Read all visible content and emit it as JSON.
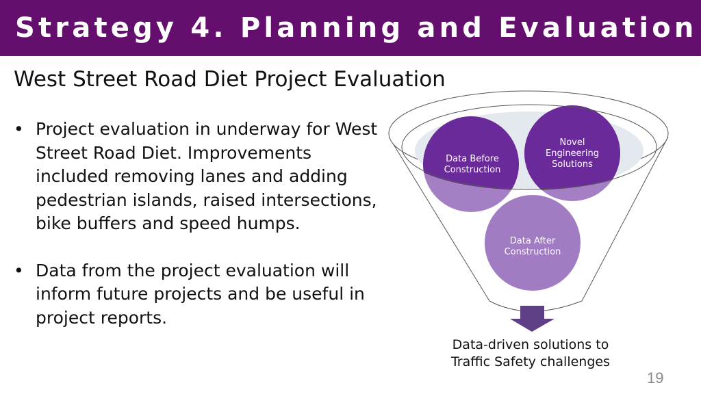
{
  "header": {
    "title": "Strategy 4. Planning and Evaluation"
  },
  "subtitle": "West Street Road Diet Project Evaluation",
  "bullets": [
    "Project evaluation in underway for West Street Road Diet. Improvements included removing lanes and adding pedestrian islands, raised intersections, bike buffers and speed humps.",
    "Data from the project evaluation will inform future projects and be useful in project reports."
  ],
  "diagram": {
    "circles": [
      {
        "l1": "Data Before",
        "l2": "Construction"
      },
      {
        "l0": "Novel",
        "l1": "Engineering",
        "l2": "Solutions"
      },
      {
        "l1": "Data After",
        "l2": "Construction"
      }
    ],
    "caption_l1": "Data-driven solutions to",
    "caption_l2": "Traffic Safety challenges",
    "colors": {
      "dark": "#6a2a99",
      "light": "#a57fc4",
      "arrow": "#5e3f86"
    }
  },
  "page_number": "19"
}
